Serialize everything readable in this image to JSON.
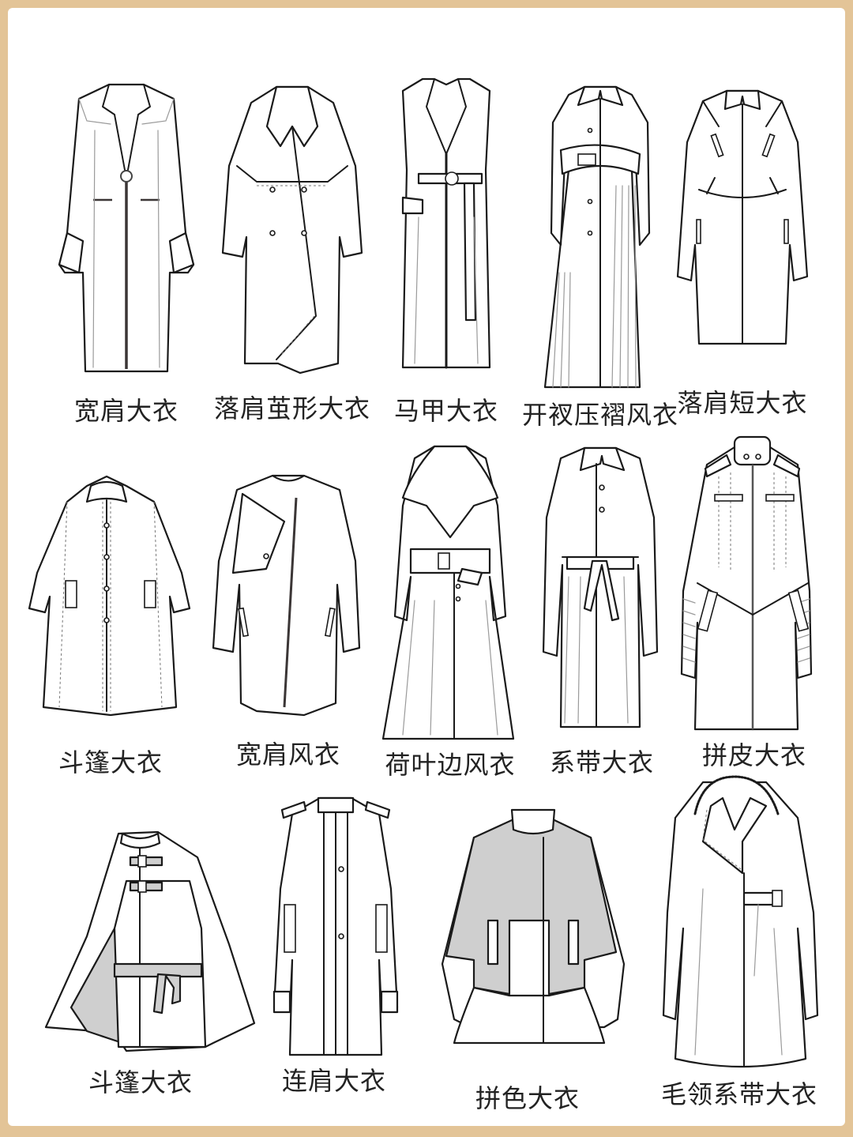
{
  "colors": {
    "frame": "#e3c497",
    "sheet": "#ffffff",
    "line": "#1a1a1a",
    "fill_accent": "#cfcfcf"
  },
  "rows": [
    {
      "items": [
        {
          "label": "宽肩大衣"
        },
        {
          "label": "落肩茧形大衣"
        },
        {
          "label": "马甲大衣"
        },
        {
          "label": "开衩压褶风衣"
        },
        {
          "label": "落肩短大衣"
        }
      ]
    },
    {
      "items": [
        {
          "label": "斗篷大衣"
        },
        {
          "label": "宽肩风衣"
        },
        {
          "label": "荷叶边风衣"
        },
        {
          "label": "系带大衣"
        },
        {
          "label": "拼皮大衣"
        }
      ]
    },
    {
      "items": [
        {
          "label": "斗篷大衣"
        },
        {
          "label": "连肩大衣"
        },
        {
          "label": "拼色大衣"
        },
        {
          "label": "毛领系带大衣"
        }
      ]
    }
  ]
}
